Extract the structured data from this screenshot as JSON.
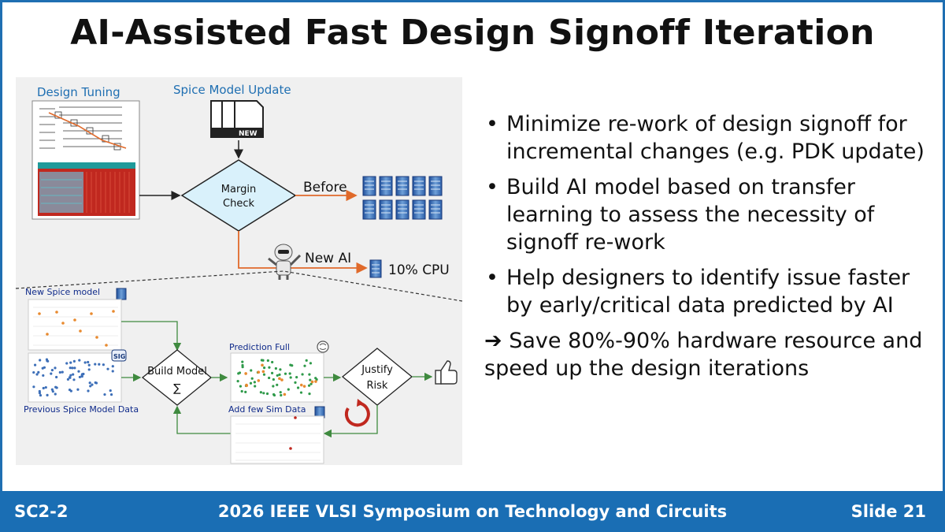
{
  "slide": {
    "title": "AI-Assisted Fast Design Signoff Iteration"
  },
  "diagram": {
    "design_tuning": "Design Tuning",
    "spice_model_update": "Spice Model Update",
    "new_file_label": "NEW",
    "margin_check": [
      "Margin",
      "Check"
    ],
    "before_label": "Before",
    "new_ai_label": "New AI",
    "cpu_label": "10% CPU",
    "new_spice_model": "New Spice model",
    "previous_spice_model_data": "Previous Spice Model Data",
    "build_model": "Build Model",
    "sigma": "∑",
    "prediction_full": "Prediction Full",
    "justify_risk": [
      "Justify",
      "Risk"
    ],
    "add_few_sim_data": "Add few Sim Data",
    "sig_badge": "SIG"
  },
  "bullets": [
    "Minimize re-work of design signoff for incremental changes (e.g. PDK update)",
    "Build AI model based on transfer learning to assess the necessity of signoff re-work",
    "Help designers to identify issue faster by early/critical data predicted by AI"
  ],
  "conclusion": {
    "arrow": "➔",
    "text": "Save 80%-90% hardware resource and speed up the design iterations"
  },
  "footer": {
    "left": "SC2-2",
    "center": "2026 IEEE VLSI Symposium on Technology and Circuits",
    "right": "Slide 21"
  },
  "colors": {
    "accent_blue": "#1f6fb2",
    "footer_blue": "#1a6eb4",
    "arrow_orange": "#e06a2b",
    "arrow_green": "#3f8a3f",
    "diamond_fill": "#d9f1fb",
    "scatter_orange": "#e88a2f",
    "scatter_blue": "#3d6fb8",
    "scatter_green": "#2f9a4a"
  },
  "icons": {
    "server_rack": "server-rack-icon",
    "robot": "robot-icon",
    "thumbs_up": "thumbs-up-icon",
    "brain": "brain-icon",
    "refresh": "refresh-arrow-icon",
    "document": "document-icon",
    "database": "database-icon"
  }
}
